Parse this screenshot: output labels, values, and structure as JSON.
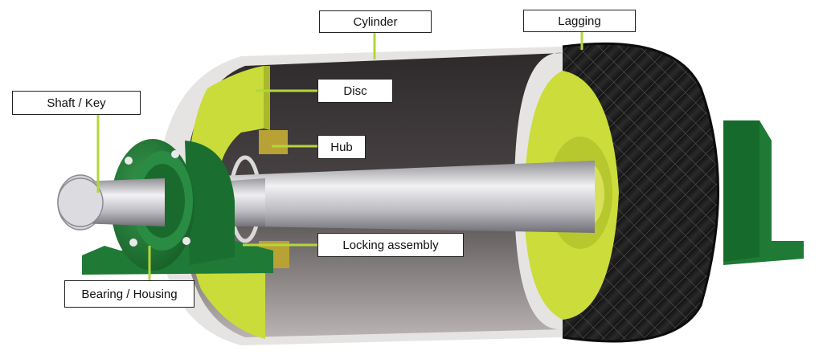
{
  "labels": {
    "cylinder": "Cylinder",
    "lagging": "Lagging",
    "disc": "Disc",
    "shaft_key": "Shaft / Key",
    "hub": "Hub",
    "locking_assembly": "Locking assembly",
    "bearing_housing": "Bearing / Housing"
  },
  "colors": {
    "bearing_green": "#1e7a34",
    "disc_yellow": "#c9dc3a",
    "interior_dark": "#3e3838",
    "lagging_black": "#1c1c1c",
    "shaft_silver": "#cfcfd3",
    "leader_line": "#b5d63a"
  }
}
